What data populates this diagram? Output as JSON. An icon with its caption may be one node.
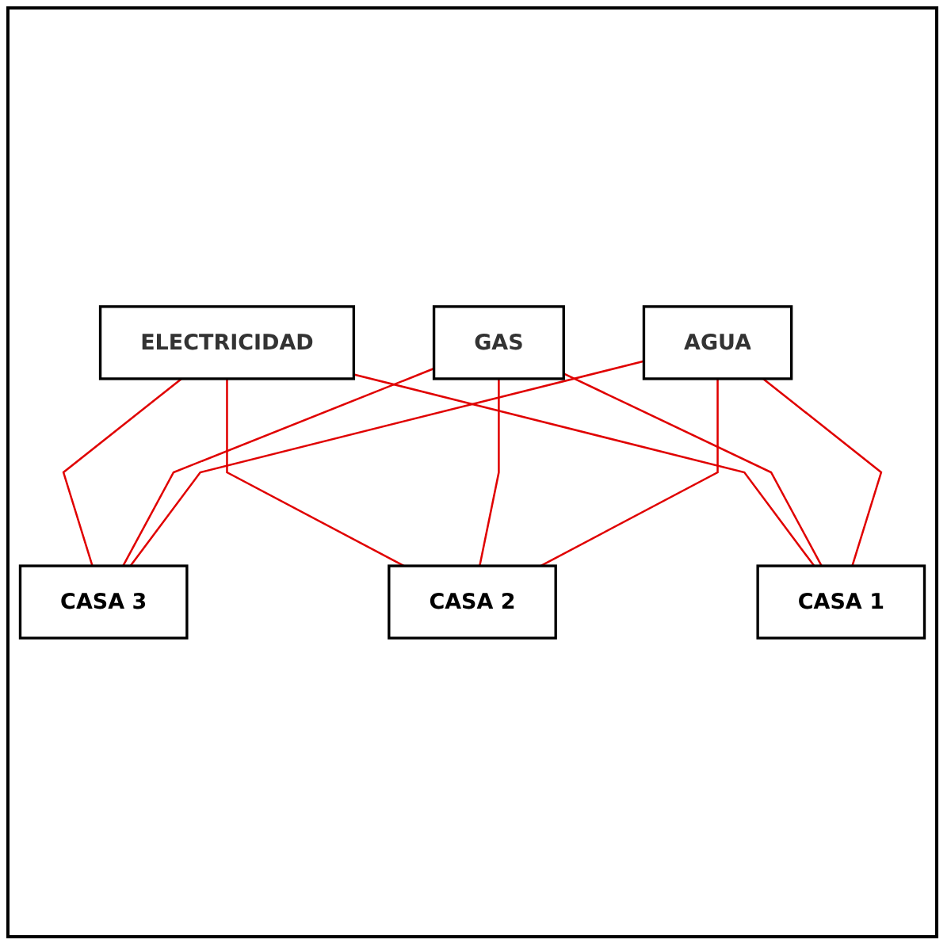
{
  "diagram": {
    "nodes": [
      {
        "text": [
          "ELECTRICIDAD"
        ]
      },
      {
        "text": [
          "GAS"
        ]
      },
      {
        "text": [
          "AGUA"
        ]
      },
      {
        "text": [
          "CASA 1"
        ]
      },
      {
        "text": [
          "CASA 2"
        ]
      },
      {
        "text": [
          "CASA 3"
        ]
      }
    ],
    "edges": [
      {
        "from": 0,
        "to": 5,
        "arrow": "none"
      },
      {
        "from": 0,
        "to": 4,
        "arrow": "none"
      },
      {
        "from": 0,
        "to": 3,
        "arrow": "none"
      },
      {
        "from": 1,
        "to": 3,
        "arrow": "none"
      },
      {
        "from": 1,
        "to": 4,
        "arrow": "none"
      },
      {
        "from": 1,
        "to": 5,
        "arrow": "none"
      },
      {
        "from": 2,
        "to": 3,
        "arrow": "none"
      },
      {
        "from": 2,
        "to": 4,
        "arrow": "none"
      },
      {
        "from": 2,
        "to": 5,
        "arrow": "none"
      }
    ]
  }
}
